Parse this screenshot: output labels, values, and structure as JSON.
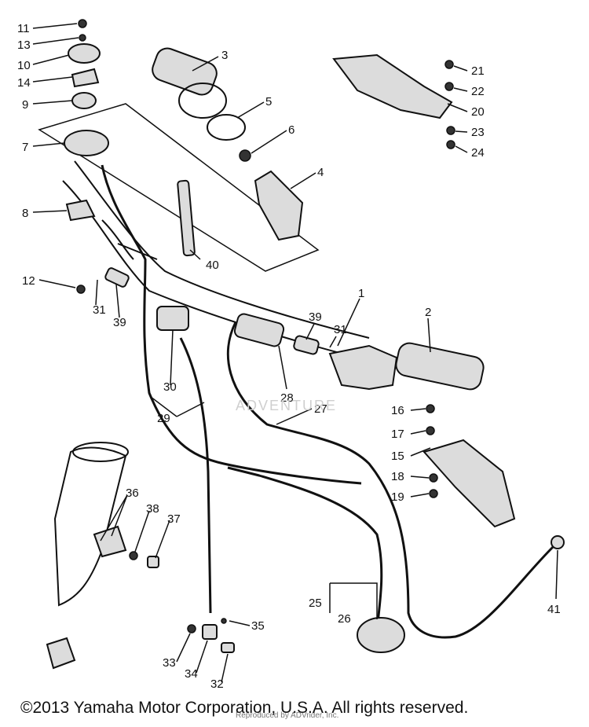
{
  "callouts": [
    "1",
    "2",
    "3",
    "4",
    "5",
    "6",
    "7",
    "8",
    "9",
    "10",
    "11",
    "12",
    "13",
    "14",
    "15",
    "16",
    "17",
    "18",
    "19",
    "20",
    "21",
    "22",
    "23",
    "24",
    "25",
    "26",
    "27",
    "28",
    "29",
    "30",
    "31",
    "32",
    "33",
    "34",
    "35",
    "36",
    "37",
    "38",
    "39",
    "40",
    "41"
  ],
  "callout_39_second": "39",
  "callout_31_second": "31",
  "watermark": "ADVENTURE",
  "credit": "Reproduced by ADVrider, Inc.",
  "copyright": "©2013 Yamaha Motor Corporation, U.S.A. All rights reserved."
}
